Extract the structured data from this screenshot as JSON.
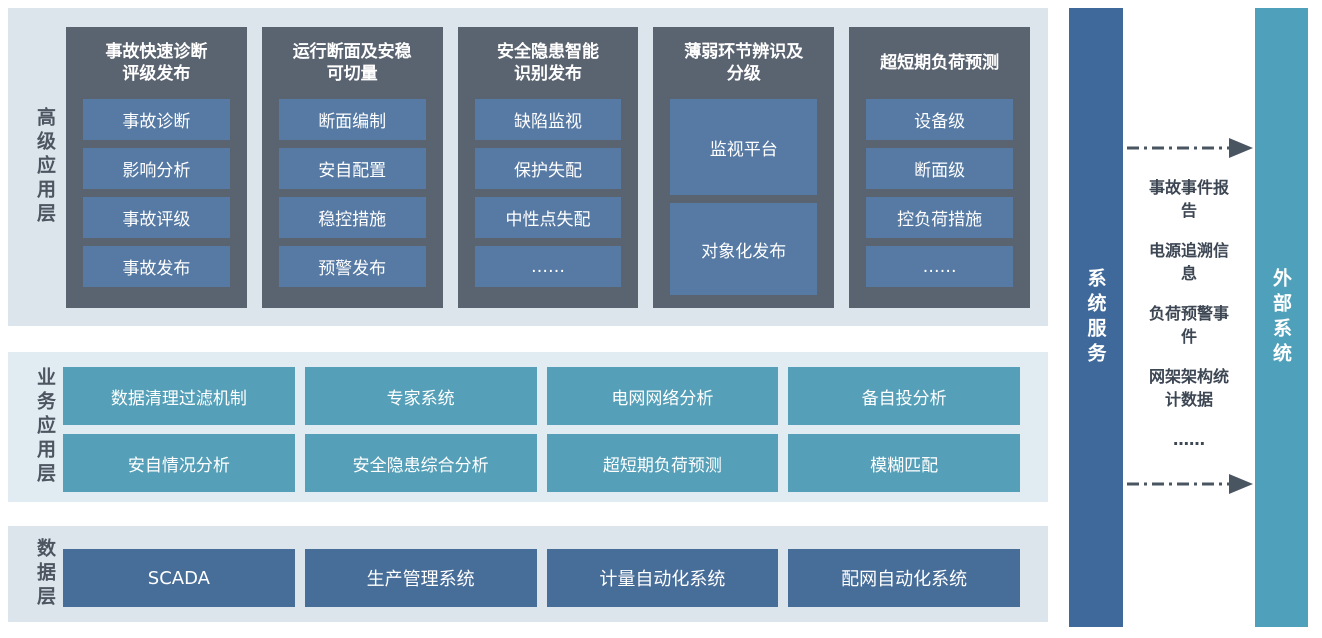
{
  "layers": {
    "advanced": {
      "label": "高级应用层",
      "columns": [
        {
          "title1": "事故快速诊断",
          "title2": "评级发布",
          "items": [
            "事故诊断",
            "影响分析",
            "事故评级",
            "事故发布"
          ]
        },
        {
          "title1": "运行断面及安稳",
          "title2": "可切量",
          "items": [
            "断面编制",
            "安自配置",
            "稳控措施",
            "预警发布"
          ]
        },
        {
          "title1": "安全隐患智能",
          "title2": "识别发布",
          "items": [
            "缺陷监视",
            "保护失配",
            "中性点失配",
            "……"
          ]
        },
        {
          "title1": "薄弱环节辨识及",
          "title2": "分级",
          "items": [
            "监视平台",
            "对象化发布"
          ]
        },
        {
          "title1": "超短期负荷预测",
          "items": [
            "设备级",
            "断面级",
            "控负荷措施",
            "……"
          ]
        }
      ]
    },
    "business": {
      "label": "业务应用层",
      "items": [
        "数据清理过滤机制",
        "专家系统",
        "电网网络分析",
        "备自投分析",
        "安自情况分析",
        "安全隐患综合分析",
        "超短期负荷预测",
        "模糊匹配"
      ]
    },
    "data": {
      "label": "数据层",
      "items": [
        "SCADA",
        "生产管理系统",
        "计量自动化系统",
        "配网自动化系统"
      ]
    }
  },
  "right": {
    "system_service_label": "系统服务",
    "external_system_label": "外部系统",
    "exchange_items": [
      "事故事件报告",
      "电源追溯信息",
      "负荷预警事件",
      "网架架构统计数据",
      "……"
    ]
  },
  "colors": {
    "layer_bg": "#dce4ec",
    "business_layer_bg": "#e1ecf2",
    "column_bg": "#5a6370",
    "advanced_box": "#567aa4",
    "business_box": "#55a0b8",
    "data_box": "#476d99",
    "system_service_bar": "#3e699a",
    "external_system_bar": "#4fa0ba",
    "arrow": "#4a5562",
    "label_text": "#4d5560",
    "box_text": "#ffffff"
  }
}
